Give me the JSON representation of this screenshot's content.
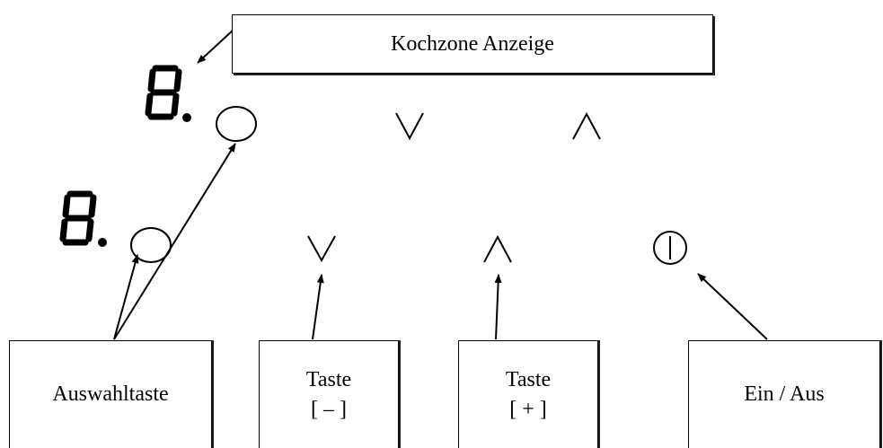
{
  "labels": {
    "zone_display": "Kochzone Anzeige",
    "select_key": "Auswahltaste",
    "minus_key": {
      "line1": "Taste",
      "line2": "[ – ]"
    },
    "plus_key": {
      "line1": "Taste",
      "line2": "[ + ]"
    },
    "power_key": "Ein / Aus"
  },
  "displays": [
    "8.",
    "8."
  ],
  "icons": {
    "select": "circle-icon",
    "minus": "chevron-down-icon",
    "plus": "chevron-up-icon",
    "power": "power-icon"
  }
}
